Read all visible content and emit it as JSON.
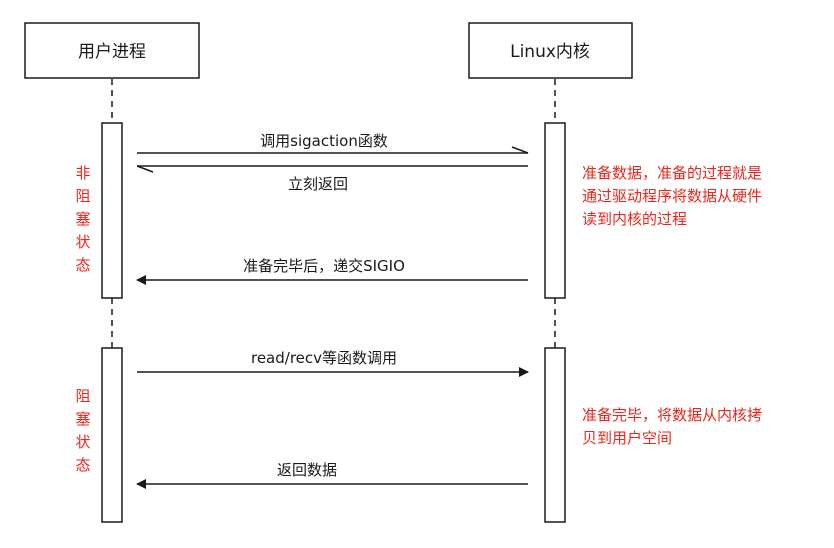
{
  "participants": {
    "user_process": "用户进程",
    "kernel": "Linux内核"
  },
  "messages": {
    "m1": "调用sigaction函数",
    "m2": "立刻返回",
    "m3": "准备完毕后，递交SIGIO",
    "m4": "read/recv等函数调用",
    "m5": "返回数据"
  },
  "left_labels": {
    "non_blocking": [
      "非",
      "阻",
      "塞",
      "状",
      "态"
    ],
    "blocking": [
      "阻",
      "塞",
      "状",
      "态"
    ]
  },
  "notes": {
    "n1_line1": "准备数据，准备的过程就是",
    "n1_line2": "通过驱动程序将数据从硬件",
    "n1_line3": "读到内核的过程",
    "n2_line1": "准备完毕，将数据从内核拷",
    "n2_line2": "贝到用户空间"
  },
  "colors": {
    "line": "#1a1a1a",
    "annotation": "#e8271d"
  }
}
